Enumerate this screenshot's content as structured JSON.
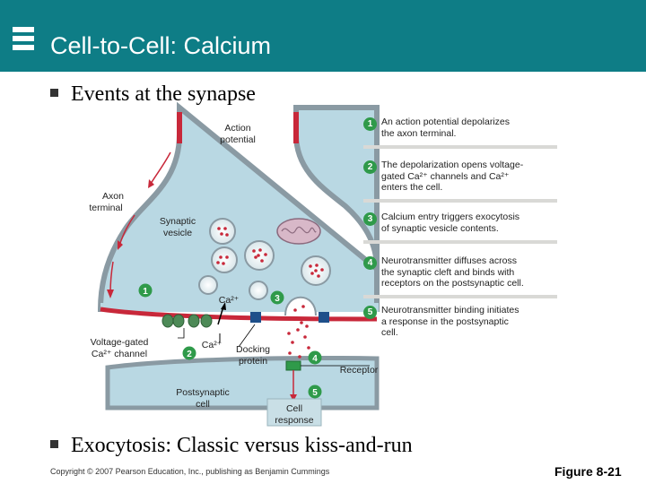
{
  "slide": {
    "title": "Cell-to-Cell: Calcium",
    "bullets": [
      "Events at the synapse",
      "Exocytosis: Classic versus kiss-and-run"
    ],
    "copyright": "Copyright © 2007 Pearson Education, Inc., publishing as Benjamin Cummings",
    "figure": "Figure 8-21"
  },
  "diagram": {
    "labels": {
      "action_potential_1": "Action",
      "action_potential_2": "potential",
      "axon_terminal_1": "Axon",
      "axon_terminal_2": "terminal",
      "synaptic_vesicle_1": "Synaptic",
      "synaptic_vesicle_2": "vesicle",
      "ca_top": "Ca²⁺",
      "ca_bottom": "Ca²⁺",
      "voltage_channel_1": "Voltage-gated",
      "voltage_channel_2": "Ca²⁺ channel",
      "docking_1": "Docking",
      "docking_2": "protein",
      "postsynaptic_1": "Postsynaptic",
      "postsynaptic_2": "cell",
      "receptor": "Receptor",
      "cell_response_1": "Cell",
      "cell_response_2": "response"
    },
    "markers": [
      "1",
      "2",
      "3",
      "4",
      "5"
    ],
    "steps": [
      {
        "num": "1",
        "lines": [
          "An action potential depolarizes",
          "the axon terminal."
        ]
      },
      {
        "num": "2",
        "lines": [
          "The depolarization opens voltage-",
          "gated Ca²⁺ channels and Ca²⁺",
          "enters the cell."
        ]
      },
      {
        "num": "3",
        "lines": [
          "Calcium entry triggers exocytosis",
          "of synaptic vesicle contents."
        ]
      },
      {
        "num": "4",
        "lines": [
          "Neurotransmitter diffuses across",
          "the synaptic cleft and binds with",
          "receptors on the postsynaptic cell."
        ]
      },
      {
        "num": "5",
        "lines": [
          "Neurotransmitter binding initiates",
          "a response in the postsynaptic",
          "cell."
        ]
      }
    ]
  },
  "colors": {
    "title_bar": "#0e7d86",
    "cell_fill": "#b9d8e3",
    "membrane": "#8a9aa3",
    "depolarized": "#c8283a",
    "step_marker": "#2f9a4a",
    "vesicle_dot": "#c8283a"
  }
}
